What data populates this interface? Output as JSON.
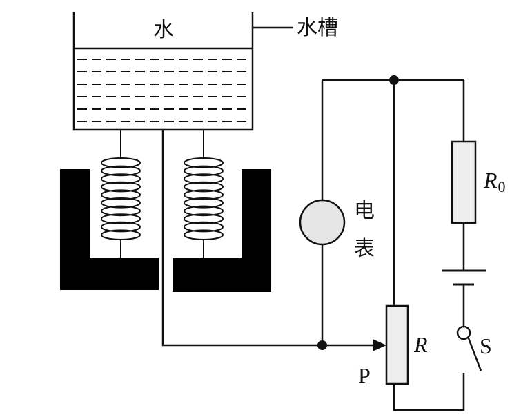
{
  "labels": {
    "water": "水",
    "tank": "水槽",
    "meter_line1": "电",
    "meter_line2": "表",
    "r0_main": "R",
    "r0_sub": "0",
    "rheostat": "R",
    "slider": "P",
    "switch": "S"
  },
  "colors": {
    "ink": "#111111",
    "resistor_fill": "#eeeeee",
    "meter_fill": "#e6e6e6",
    "magnet_fill": "#000000"
  }
}
